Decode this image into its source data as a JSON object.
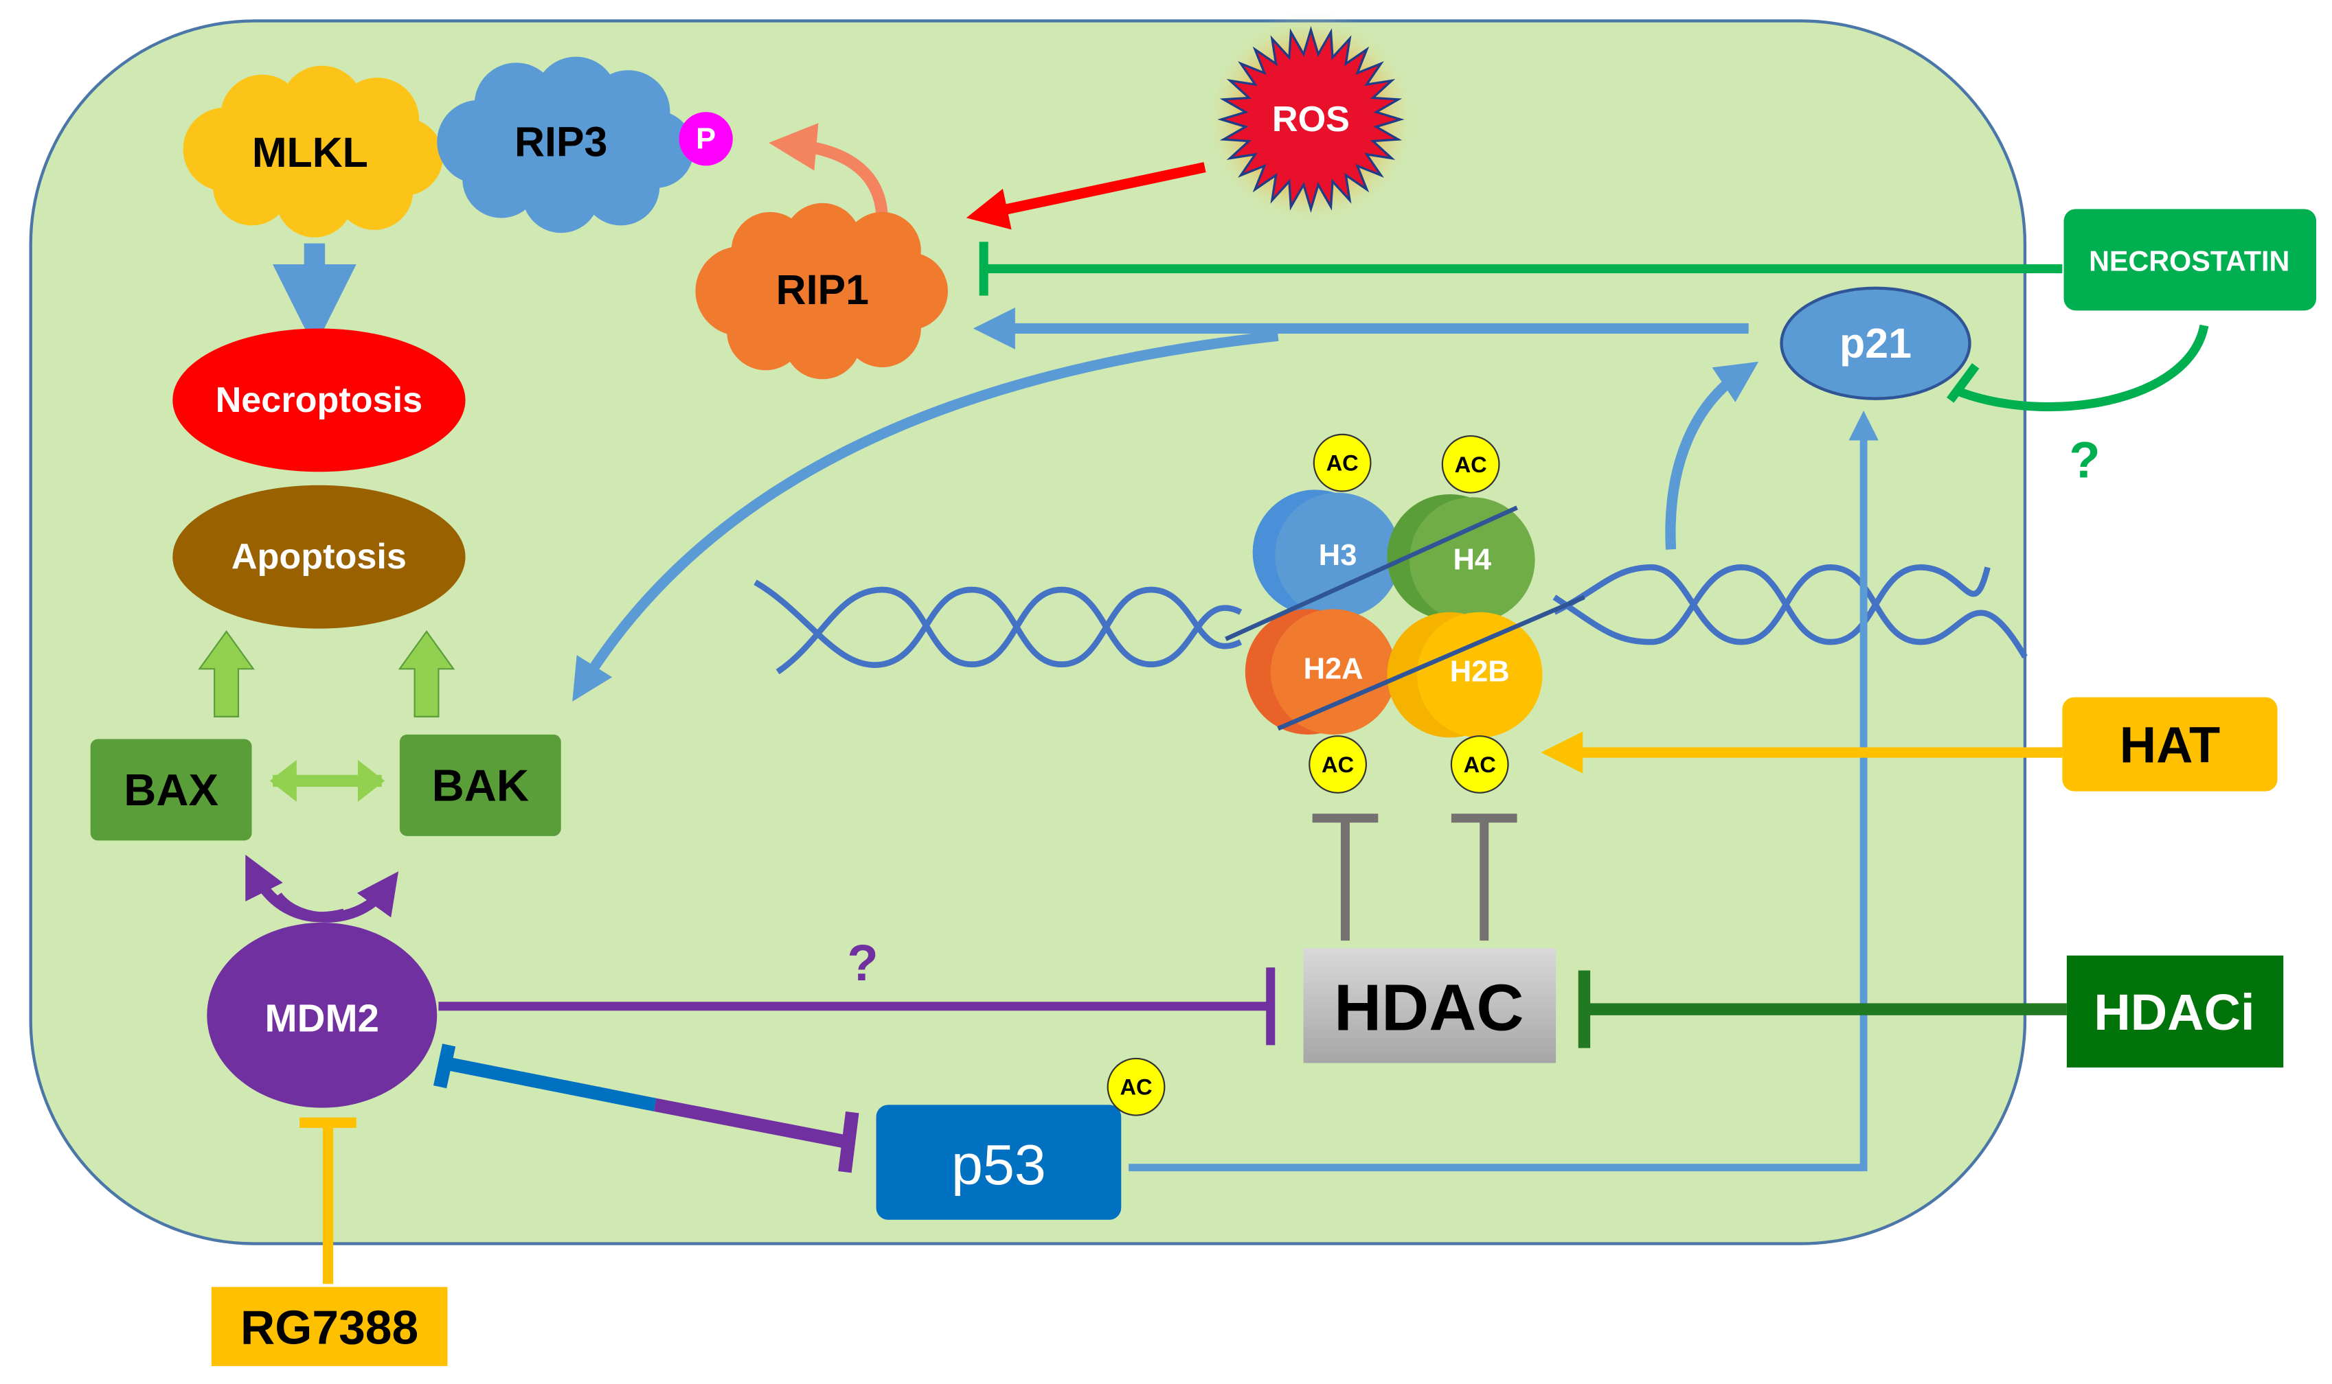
{
  "nodes": {
    "mlkl": "MLKL",
    "rip3": "RIP3",
    "phospho": "P",
    "rip1": "RIP1",
    "ros": "ROS",
    "necroptosis": "Necroptosis",
    "apoptosis": "Apoptosis",
    "bax": "BAX",
    "bak": "BAK",
    "mdm2": "MDM2",
    "rg7388": "RG7388",
    "p53": "p53",
    "p53_ac": "AC",
    "hdac": "HDAC",
    "hdaci": "HDACi",
    "hat": "HAT",
    "necrostatin": "NECROSTATIN",
    "p21": "p21",
    "h3": "H3",
    "h4": "H4",
    "h2a": "H2A",
    "h2b": "H2B",
    "ac_h3": "AC",
    "ac_h4": "AC",
    "ac_h2a": "AC",
    "ac_h2b": "AC"
  },
  "annotations": {
    "question_necrostatin_p21": "?",
    "question_mdm2_hdac": "?"
  },
  "colors": {
    "cell": "#d0e9b3",
    "blue_arrow": "#5b9bd5",
    "purple": "#7030a0",
    "green": "#00b050",
    "yellow": "#ffc000",
    "red": "#ff0000"
  }
}
